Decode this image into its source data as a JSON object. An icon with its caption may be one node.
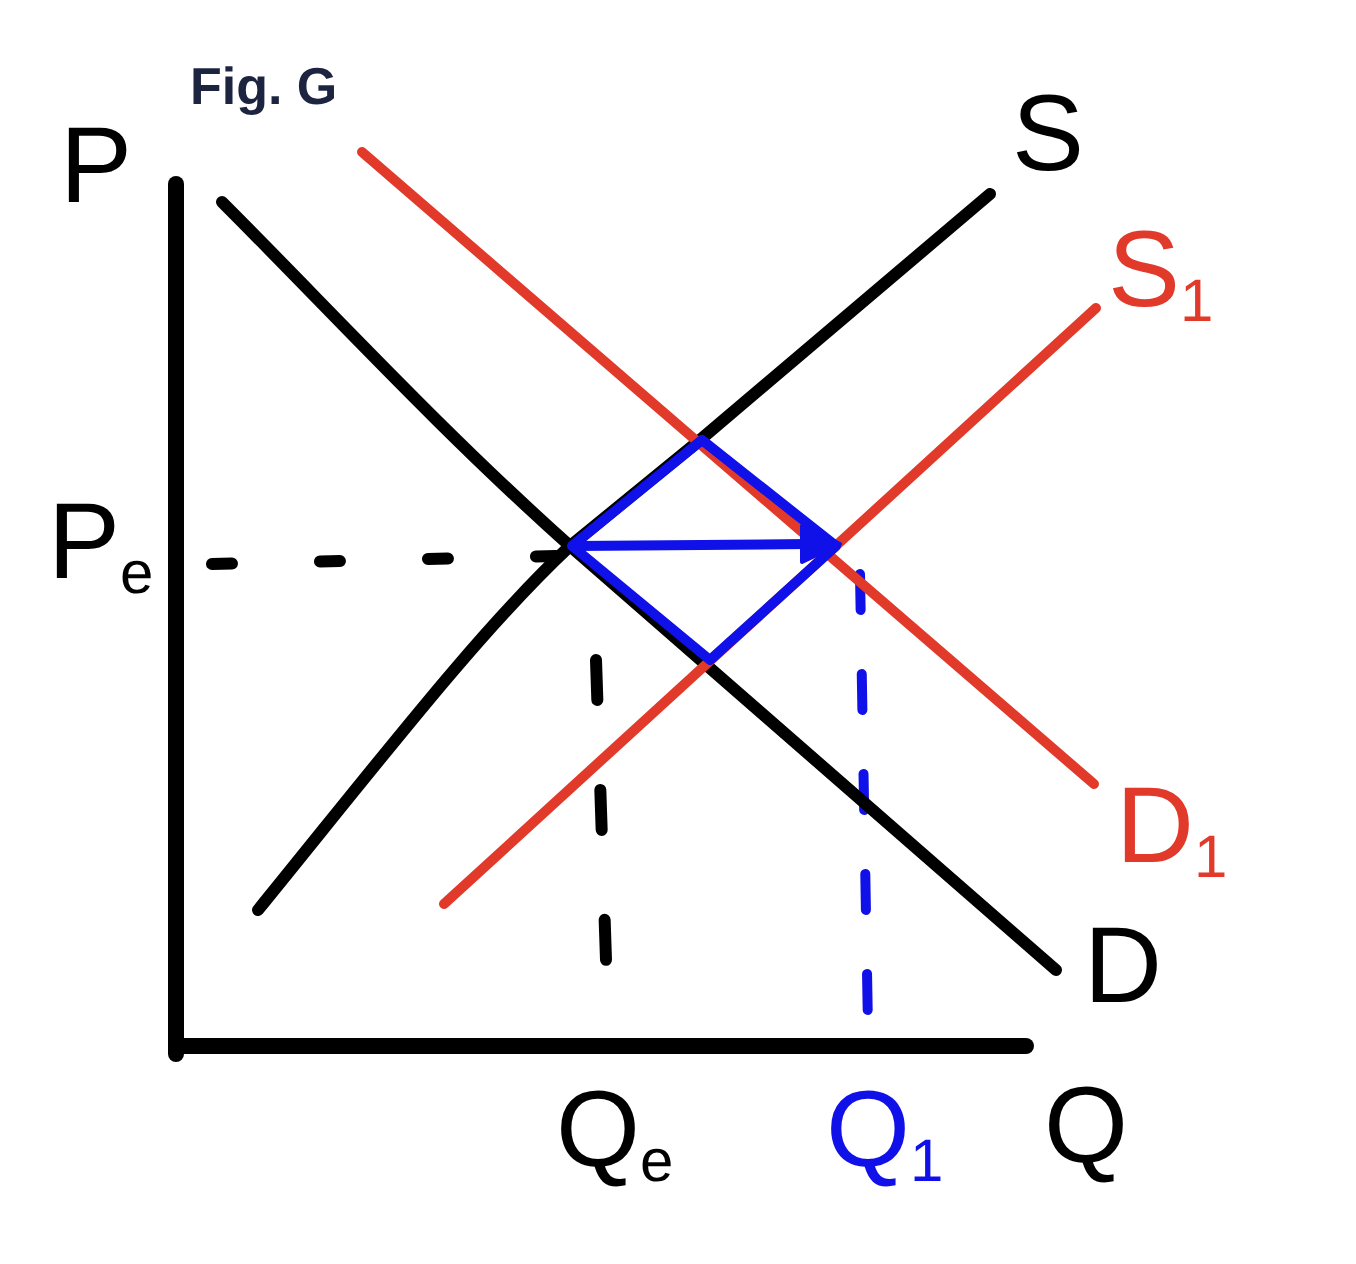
{
  "diagram": {
    "title": "Fig. G",
    "labels": [
      "P",
      "S",
      "S$_{1}$",
      "P$_{e}$",
      "D$_{1}$",
      "D",
      "Q$_{e}$",
      "Q$_{1}$",
      "Q"
    ]
  }
}
